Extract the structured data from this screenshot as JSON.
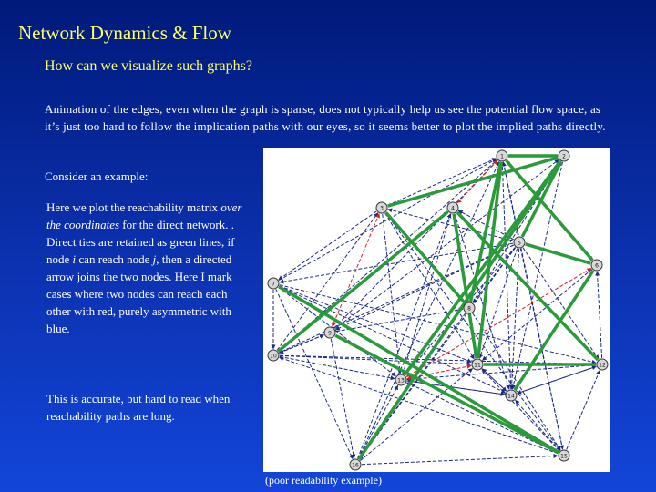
{
  "slide": {
    "title": "Network Dynamics & Flow",
    "subtitle": "How can we visualize such graphs?",
    "intro": "Animation of the edges, even when the graph is sparse, does not typically help us see the potential flow space, as it’s just too hard to follow the implication paths with our eyes, so it seems better to plot the implied paths directly.",
    "consider": "Consider an example:",
    "explain_part1": "Here we plot the reachability matrix ",
    "explain_em": "over the coordinates",
    "explain_part2": " for the direct network. .  Direct ties are retained as green lines, if node ",
    "explain_i": "i",
    "explain_part3": " can reach node ",
    "explain_j": "j",
    "explain_part4": ", then a directed arrow joins the two nodes.   Here I mark cases where two nodes can reach each other with red, purely asymmetric with blue.",
    "accuracy": "This is accurate, but hard to read when reachability paths are long.",
    "caption": "(poor readability example)"
  },
  "graph": {
    "colors": {
      "direct": "#2a9a3a",
      "mutual": "#d62020",
      "asym": "#1c2a88",
      "node": "#d8d8d8"
    },
    "nodes": [
      {
        "id": "1",
        "label": "1"
      },
      {
        "id": "2",
        "label": "2"
      },
      {
        "id": "3",
        "label": "3"
      },
      {
        "id": "4",
        "label": "4"
      },
      {
        "id": "5",
        "label": "5"
      },
      {
        "id": "6",
        "label": "6"
      },
      {
        "id": "7",
        "label": "7"
      },
      {
        "id": "8",
        "label": "8"
      },
      {
        "id": "9",
        "label": "9"
      },
      {
        "id": "10",
        "label": "10"
      },
      {
        "id": "11",
        "label": "11"
      },
      {
        "id": "12",
        "label": "12"
      },
      {
        "id": "13",
        "label": "13"
      },
      {
        "id": "14",
        "label": "14"
      },
      {
        "id": "15",
        "label": "15"
      },
      {
        "id": "16",
        "label": "16"
      }
    ],
    "direct_edges": [
      [
        "1",
        "2"
      ],
      [
        "2",
        "5"
      ],
      [
        "5",
        "6"
      ],
      [
        "6",
        "14"
      ],
      [
        "1",
        "11"
      ],
      [
        "4",
        "11"
      ],
      [
        "4",
        "10"
      ],
      [
        "4",
        "12"
      ],
      [
        "3",
        "8"
      ],
      [
        "3",
        "2"
      ],
      [
        "9",
        "15"
      ],
      [
        "1",
        "8"
      ],
      [
        "15",
        "7"
      ],
      [
        "13",
        "2"
      ],
      [
        "6",
        "1"
      ],
      [
        "12",
        "11"
      ],
      [
        "16",
        "2"
      ]
    ],
    "mutual_edges": [
      [
        "3",
        "9"
      ],
      [
        "1",
        "6"
      ],
      [
        "11",
        "13"
      ],
      [
        "1",
        "4"
      ],
      [
        "6",
        "13"
      ]
    ],
    "asym_edges": [
      [
        "5",
        "1"
      ],
      [
        "5",
        "2"
      ],
      [
        "5",
        "3"
      ],
      [
        "5",
        "4"
      ],
      [
        "5",
        "7"
      ],
      [
        "5",
        "8"
      ],
      [
        "5",
        "9"
      ],
      [
        "5",
        "10"
      ],
      [
        "5",
        "11"
      ],
      [
        "5",
        "12"
      ],
      [
        "5",
        "13"
      ],
      [
        "5",
        "14"
      ],
      [
        "5",
        "15"
      ],
      [
        "5",
        "16"
      ],
      [
        "7",
        "1"
      ],
      [
        "7",
        "11"
      ],
      [
        "7",
        "12"
      ],
      [
        "7",
        "13"
      ],
      [
        "7",
        "14"
      ],
      [
        "7",
        "16"
      ],
      [
        "10",
        "1"
      ],
      [
        "10",
        "4"
      ],
      [
        "10",
        "11"
      ],
      [
        "10",
        "12"
      ],
      [
        "10",
        "13"
      ],
      [
        "10",
        "3"
      ],
      [
        "10",
        "9"
      ],
      [
        "8",
        "1"
      ],
      [
        "8",
        "2"
      ],
      [
        "8",
        "15"
      ],
      [
        "8",
        "16"
      ],
      [
        "8",
        "11"
      ],
      [
        "9",
        "1"
      ],
      [
        "9",
        "8"
      ],
      [
        "9",
        "16"
      ],
      [
        "9",
        "2"
      ],
      [
        "14",
        "1"
      ],
      [
        "14",
        "11"
      ],
      [
        "14",
        "12"
      ],
      [
        "14",
        "13"
      ],
      [
        "16",
        "1"
      ],
      [
        "16",
        "4"
      ],
      [
        "16",
        "11"
      ],
      [
        "16",
        "13"
      ],
      [
        "12",
        "13"
      ],
      [
        "12",
        "6"
      ],
      [
        "12",
        "14"
      ],
      [
        "15",
        "1"
      ],
      [
        "15",
        "11"
      ],
      [
        "15",
        "13"
      ],
      [
        "15",
        "14"
      ],
      [
        "3",
        "1"
      ],
      [
        "3",
        "11"
      ],
      [
        "3",
        "13"
      ],
      [
        "3",
        "15"
      ],
      [
        "2",
        "13"
      ],
      [
        "2",
        "14"
      ],
      [
        "6",
        "11"
      ],
      [
        "13",
        "14"
      ],
      [
        "4",
        "13"
      ],
      [
        "4",
        "14"
      ],
      [
        "11",
        "14"
      ],
      [
        "15",
        "10"
      ],
      [
        "15",
        "12"
      ],
      [
        "7",
        "10"
      ],
      [
        "16",
        "15"
      ],
      [
        "9",
        "10"
      ],
      [
        "3",
        "7"
      ]
    ]
  }
}
